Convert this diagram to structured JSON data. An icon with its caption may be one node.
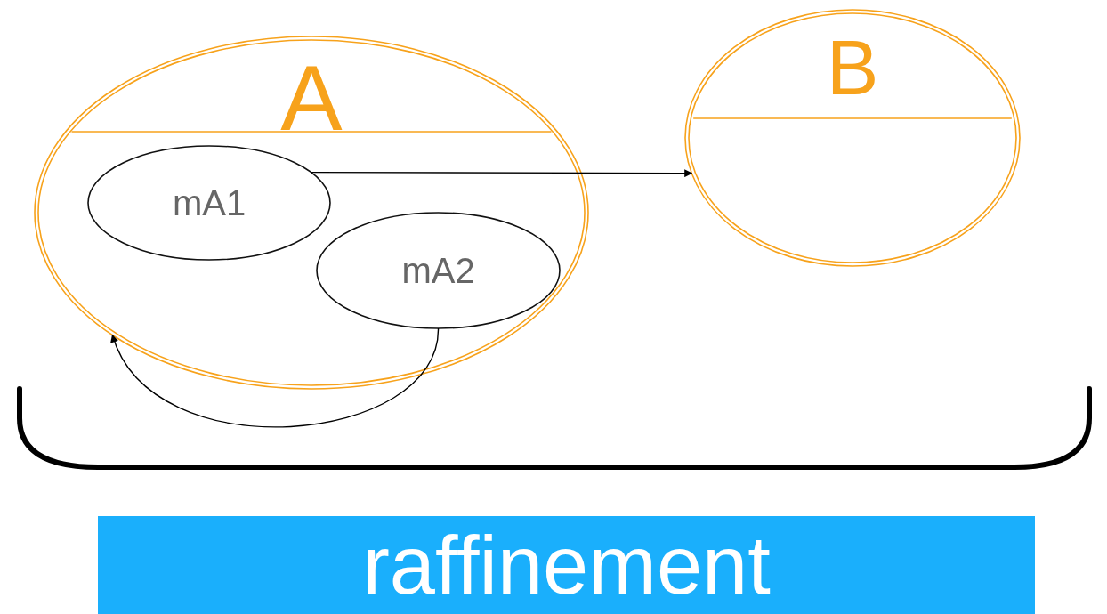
{
  "diagram": {
    "nodes": [
      {
        "text": [
          "A"
        ]
      },
      {
        "text": [
          "mA1"
        ],
        "in": 0
      },
      {
        "text": [
          "mA2"
        ],
        "in": 0
      },
      {
        "text": [
          "B"
        ]
      },
      {
        "text": [
          "raffinement"
        ]
      }
    ],
    "edges": [
      {
        "from": 1,
        "to": 3,
        "arrow": "to"
      },
      {
        "from": 2,
        "to": 0,
        "arrow": "to"
      }
    ]
  }
}
